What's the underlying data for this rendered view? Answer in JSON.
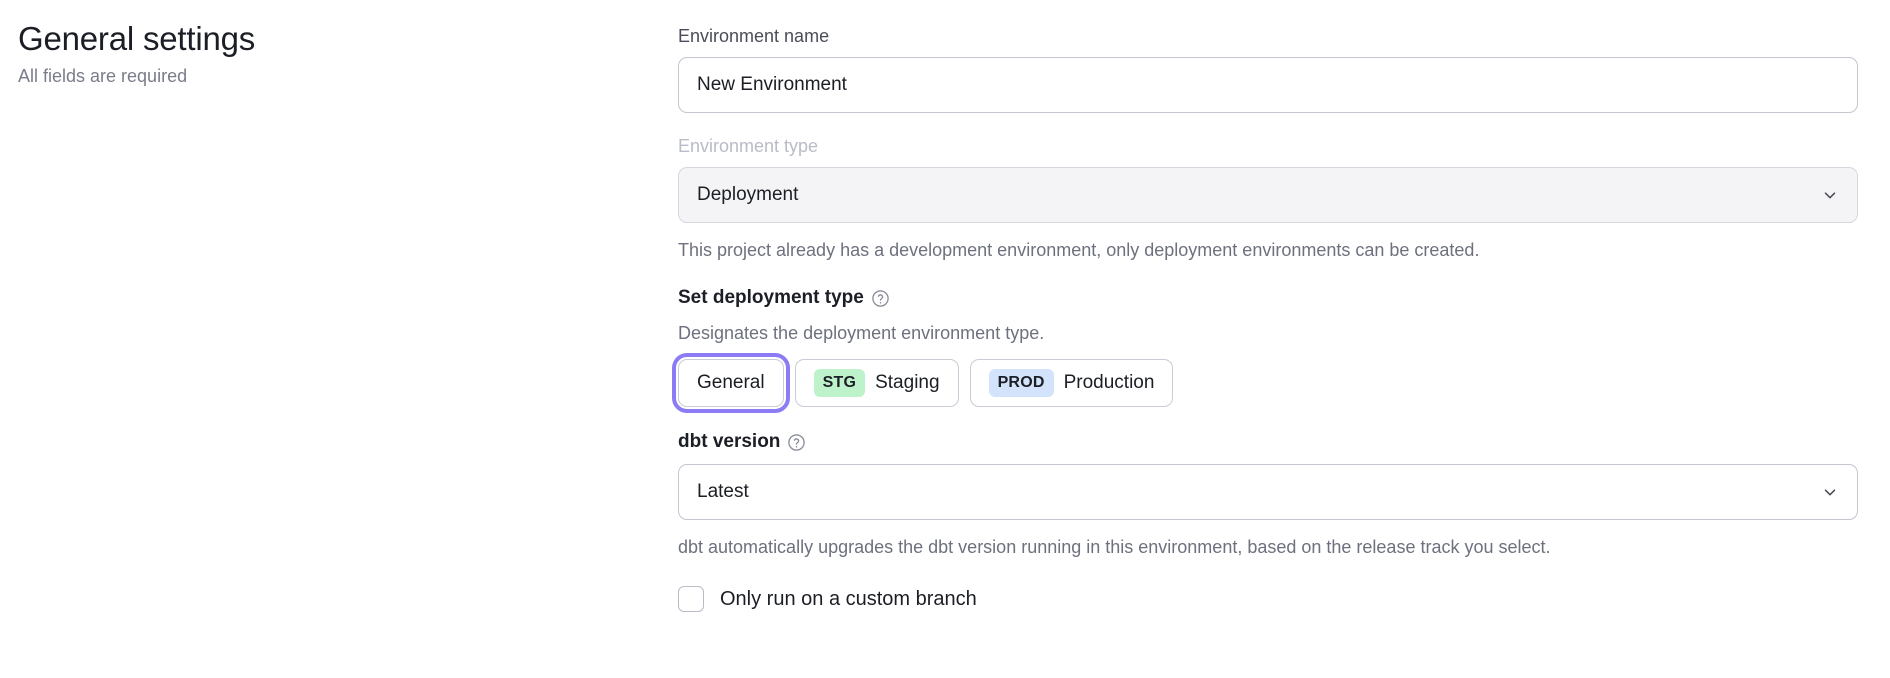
{
  "header": {
    "title": "General settings",
    "subtitle": "All fields are required"
  },
  "form": {
    "environment_name": {
      "label": "Environment name",
      "value": "New Environment",
      "placeholder": "New Environment"
    },
    "environment_type": {
      "label": "Environment type",
      "value": "Deployment",
      "disabled": true,
      "chevron_icon": "chevron-down-icon",
      "help_text": "This project already has a development environment, only deployment environments can be created."
    },
    "deployment_type": {
      "heading": "Set deployment type",
      "help_icon": "help-circle-icon",
      "description": "Designates the deployment environment type.",
      "options": [
        {
          "id": "general",
          "label": "General",
          "badge": null,
          "badge_color": null,
          "selected": true
        },
        {
          "id": "staging",
          "label": "Staging",
          "badge": "STG",
          "badge_color": "#bdf2cb",
          "selected": false
        },
        {
          "id": "production",
          "label": "Production",
          "badge": "PROD",
          "badge_color": "#d3e3fb",
          "selected": false
        }
      ]
    },
    "dbt_version": {
      "label": "dbt version",
      "help_icon": "help-circle-icon",
      "value": "Latest",
      "chevron_icon": "chevron-down-icon",
      "help_text": "dbt automatically upgrades the dbt version running in this environment, based on the release track you select."
    },
    "custom_branch": {
      "label": "Only run on a custom branch",
      "checked": false
    }
  },
  "colors": {
    "focus_ring": "#8b7cf6",
    "staging_badge": "#bdf2cb",
    "production_badge": "#d3e3fb",
    "muted_text": "#6d717e",
    "disabled_text": "#b9bcc6"
  }
}
